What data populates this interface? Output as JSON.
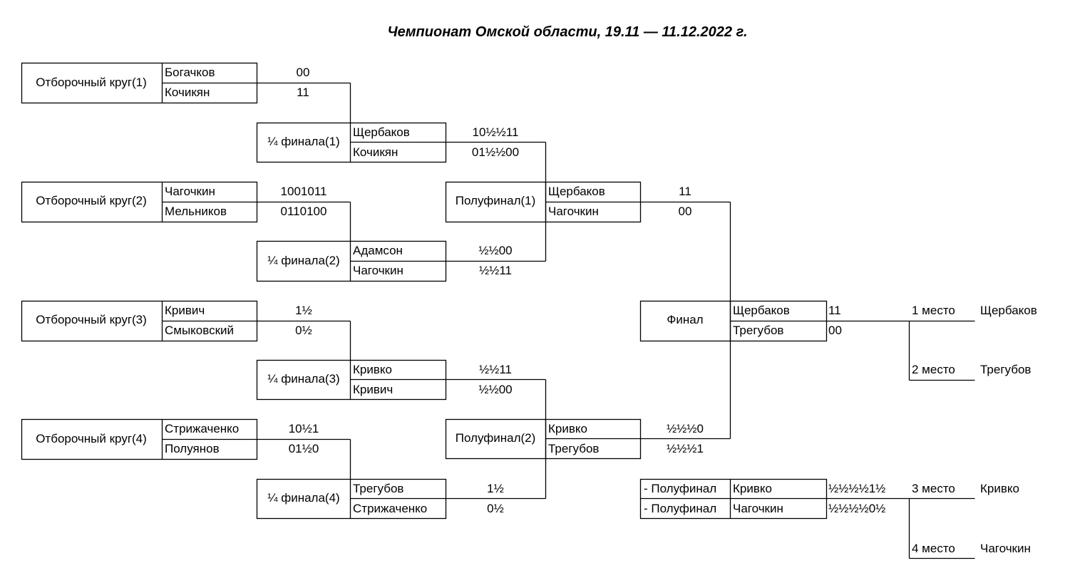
{
  "title": "Чемпионат Омской области, 19.11 — 11.12.2022 г.",
  "rounds": {
    "qualifiers": [
      {
        "label": "Отборочный круг(1)",
        "players": [
          "Богачков",
          "Кочикян"
        ],
        "scores": [
          "00",
          "11"
        ]
      },
      {
        "label": "Отборочный круг(2)",
        "players": [
          "Чагочкин",
          "Мельников"
        ],
        "scores": [
          "1001011",
          "0110100"
        ]
      },
      {
        "label": "Отборочный круг(3)",
        "players": [
          "Кривич",
          "Смыковский"
        ],
        "scores": [
          "1½",
          "0½"
        ]
      },
      {
        "label": "Отборочный круг(4)",
        "players": [
          "Стрижаченко",
          "Полуянов"
        ],
        "scores": [
          "10½1",
          "01½0"
        ]
      }
    ],
    "quarterfinals": [
      {
        "label": "¼ финала(1)",
        "players": [
          "Щербаков",
          "Кочикян"
        ],
        "scores": [
          "10½½11",
          "01½½00"
        ]
      },
      {
        "label": "¼ финала(2)",
        "players": [
          "Адамсон",
          "Чагочкин"
        ],
        "scores": [
          "½½00",
          "½½11"
        ]
      },
      {
        "label": "¼ финала(3)",
        "players": [
          "Кривко",
          "Кривич"
        ],
        "scores": [
          "½½11",
          "½½00"
        ]
      },
      {
        "label": "¼ финала(4)",
        "players": [
          "Трегубов",
          "Стрижаченко"
        ],
        "scores": [
          "1½",
          "0½"
        ]
      }
    ],
    "semifinals": [
      {
        "label": "Полуфинал(1)",
        "players": [
          "Щербаков",
          "Чагочкин"
        ],
        "scores": [
          "11",
          "00"
        ]
      },
      {
        "label": "Полуфинал(2)",
        "players": [
          "Кривко",
          "Трегубов"
        ],
        "scores": [
          "½½½0",
          "½½½1"
        ]
      }
    ],
    "final": {
      "label": "Финал",
      "players": [
        "Щербаков",
        "Трегубов"
      ],
      "scores": [
        "11",
        "00"
      ]
    },
    "third_place": {
      "labels": [
        "- Полуфинал",
        "- Полуфинал"
      ],
      "players": [
        "Кривко",
        "Чагочкин"
      ],
      "scores": [
        "½½½½1½",
        "½½½½0½"
      ]
    }
  },
  "standings": [
    {
      "place": "1 место",
      "name": "Щербаков"
    },
    {
      "place": "2 место",
      "name": "Трегубов"
    },
    {
      "place": "3 место",
      "name": "Кривко"
    },
    {
      "place": "4 место",
      "name": "Чагочкин"
    }
  ]
}
